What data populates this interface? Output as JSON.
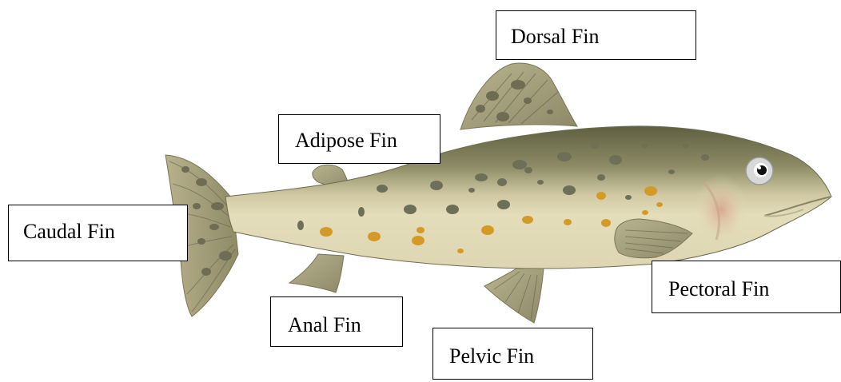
{
  "diagram": {
    "labels": {
      "dorsal": "Dorsal Fin",
      "adipose": "Adipose Fin",
      "caudal": "Caudal Fin",
      "anal": "Anal Fin",
      "pectoral": "Pectoral Fin",
      "pelvic": "Pelvic Fin"
    }
  },
  "colors": {
    "back_dark": "#6b6b4a",
    "belly": "#e3dcb8",
    "fin": "#a59f7b",
    "spots_dark": "#6d6f57",
    "spots_orange": "#d39a28",
    "gill_blush": "#cfa88f",
    "eye_ring": "#cfcfcf"
  }
}
